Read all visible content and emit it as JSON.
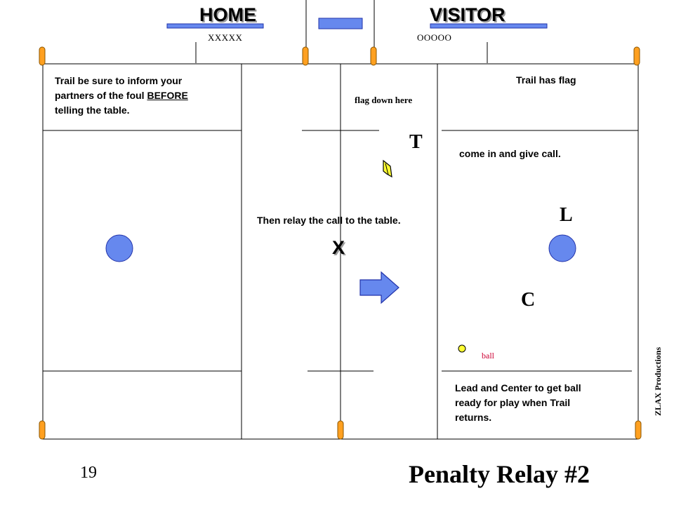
{
  "header": {
    "home_label": "HOME",
    "visitor_label": "VISITOR",
    "home_marks": "XXXXX",
    "visitor_marks": "OOOOO"
  },
  "notes": {
    "trail_inform_line1": "Trail be sure to inform your",
    "trail_inform_line2_pre": "partners of the foul ",
    "trail_inform_line2_emph": "BEFORE",
    "trail_inform_line3": "telling the table.",
    "flag_down": "flag down here",
    "trail_has_flag": "Trail has flag",
    "come_in": "come in and give call.",
    "relay": "Then relay the call to the table.",
    "ball": "ball",
    "lead_center_line1": "Lead and  Center to get ball",
    "lead_center_line2": "ready for play when Trail",
    "lead_center_line3": "returns."
  },
  "officials": {
    "trail": "T",
    "lead": "L",
    "center": "C",
    "foul_mark": "X"
  },
  "credit": "ZLAX  Productions",
  "slide_number": "19",
  "slide_title": "Penalty Relay #2",
  "colors": {
    "blue": "#6688ee",
    "blue_stroke": "#2233aa",
    "pylon": "#ffa020",
    "yellow": "#ffff33",
    "ball_label": "#cc0033"
  }
}
